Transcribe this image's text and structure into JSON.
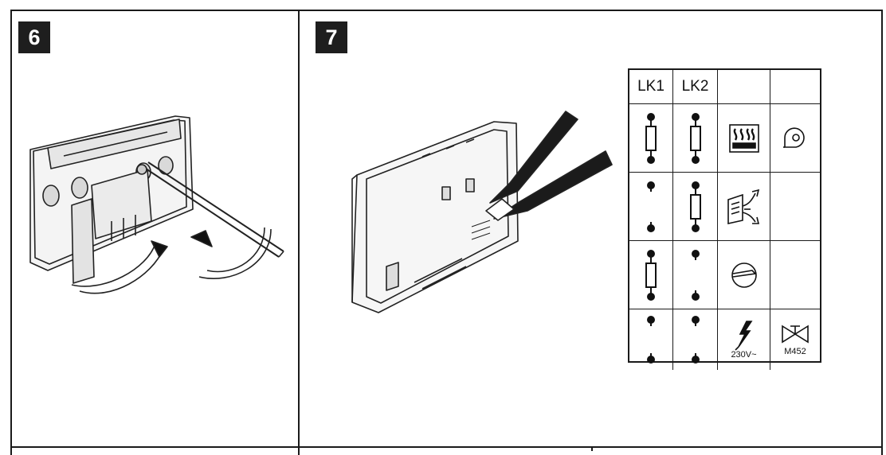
{
  "steps": {
    "six": "6",
    "seven": "7"
  },
  "link_table": {
    "headers": [
      "LK1",
      "LK2",
      "",
      ""
    ],
    "rows": [
      {
        "lk1": "link-fitted",
        "lk2": "link-fitted",
        "icon": "heating-radiator-icon",
        "icon2": "pump-icon"
      },
      {
        "lk1": "link-cut",
        "lk2": "link-fitted",
        "icon": "hot-water-icon",
        "icon2": ""
      },
      {
        "lk1": "link-fitted",
        "lk2": "link-cut",
        "icon": "motor-icon",
        "icon2": ""
      },
      {
        "lk1": "link-cut",
        "lk2": "link-cut",
        "icon": "voltage-icon",
        "icon_label": "230V~",
        "icon2": "valve-icon",
        "icon2_label": "M452"
      }
    ]
  }
}
